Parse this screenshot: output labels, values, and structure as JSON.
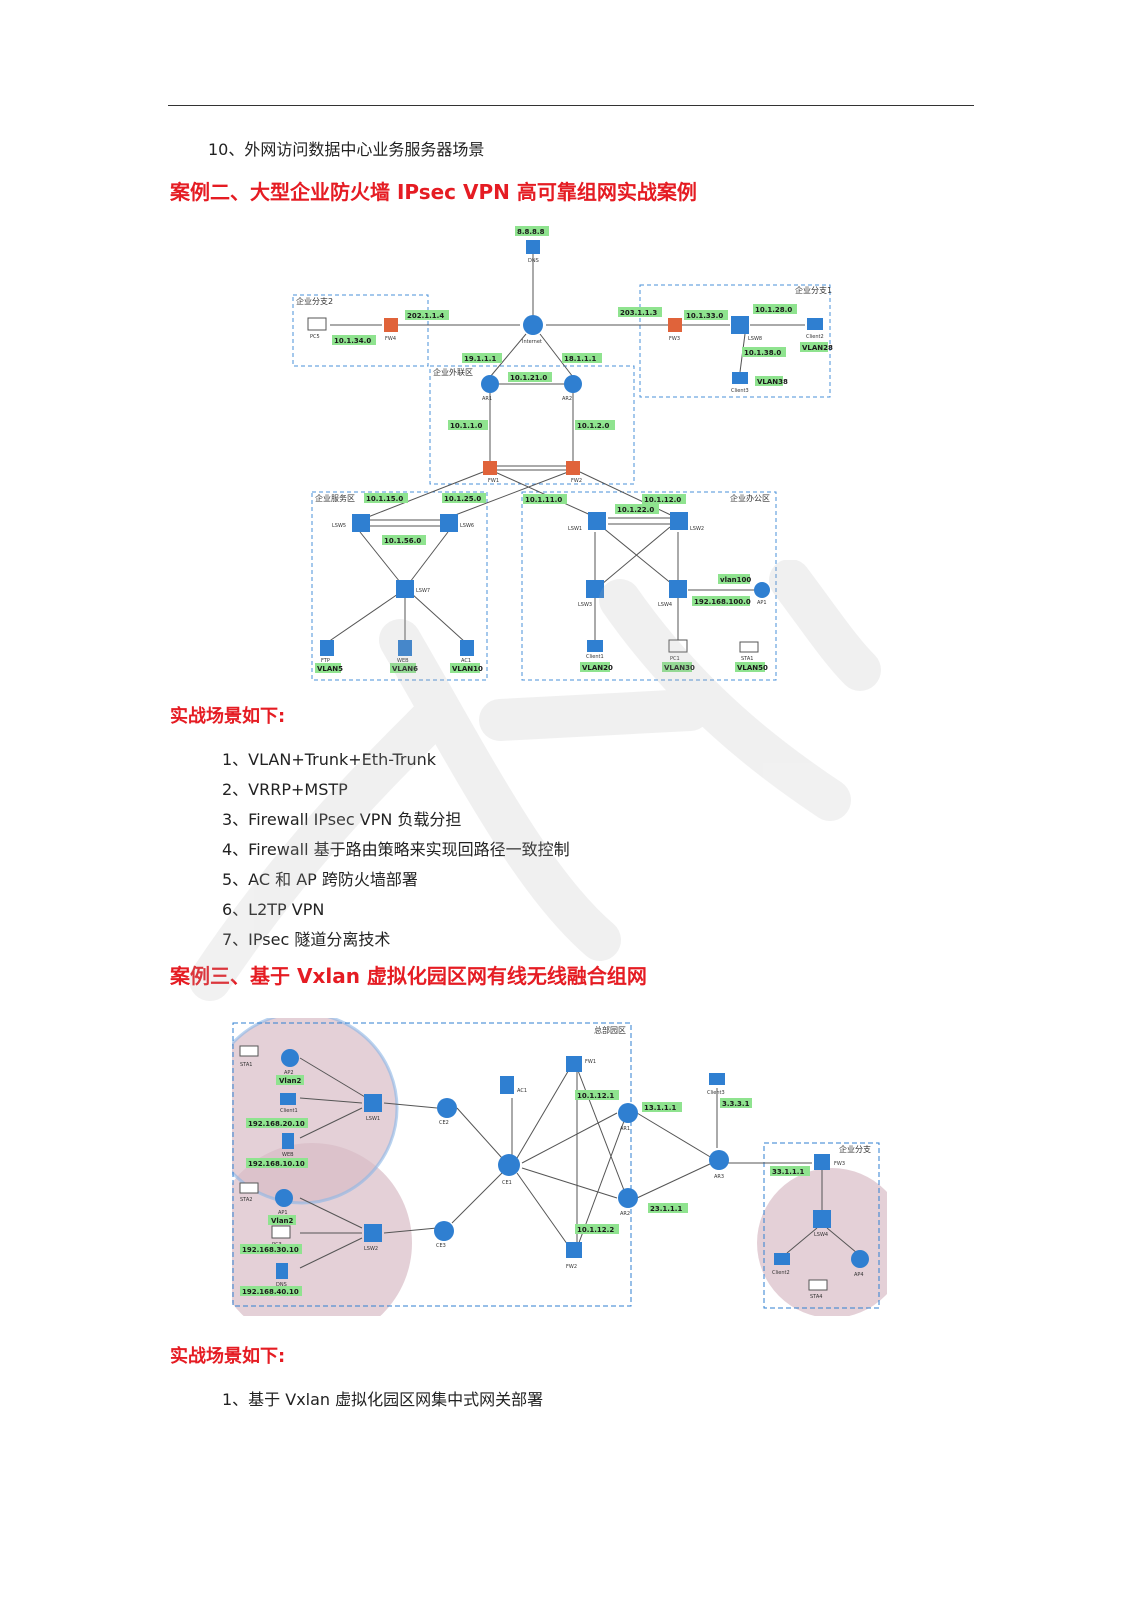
{
  "intro_item": "10、外网访问数据中心业务服务器场景",
  "case2": {
    "title": "案例二、大型企业防火墙 IPsec VPN 高可靠组网实战案例",
    "diagram": {
      "zones": [
        "企业分支2",
        "企业分支1",
        "企业外联区",
        "企业服务区",
        "企业办公区"
      ],
      "nodes": [
        "DNS",
        "Internet",
        "FW4",
        "PC5",
        "FW3",
        "LSW8",
        "Client2",
        "Client3",
        "AR1",
        "AR2",
        "FW1",
        "FW2",
        "LSW5",
        "LSW6",
        "LSW7",
        "FTP",
        "WEB",
        "AC1",
        "LSW1",
        "LSW2",
        "LSW3",
        "LSW4",
        "AP1",
        "Client1",
        "PC1",
        "STA1"
      ],
      "net_labels": [
        "8.8.8.8",
        "202.1.1.4",
        "203.1.1.3",
        "10.1.33.0",
        "10.1.28.0",
        "10.1.34.0",
        "10.1.38.0",
        "19.1.1.1",
        "18.1.1.1",
        "10.1.21.0",
        "10.1.1.0",
        "10.1.2.0",
        "10.1.15.0",
        "10.1.25.0",
        "10.1.11.0",
        "10.1.12.0",
        "10.1.22.0",
        "10.1.56.0",
        "vlan100",
        "192.168.100.0"
      ],
      "vlan_labels": [
        "VLAN28",
        "VLAN38",
        "VLAN5",
        "VLAN6",
        "VLAN10",
        "VLAN20",
        "VLAN30",
        "VLAN50"
      ]
    },
    "scenarios_title": "实战场景如下:",
    "scenarios": [
      "1、VLAN+Trunk+Eth-Trunk",
      "2、VRRP+MSTP",
      "3、Firewall IPsec VPN 负载分担",
      "4、Firewall  基于路由策略来实现回路径一致控制",
      "5、AC 和 AP 跨防火墙部署",
      "6、L2TP VPN",
      "7、IPsec 隧道分离技术"
    ]
  },
  "case3": {
    "title": "案例三、基于 Vxlan 虚拟化园区网有线无线融合组网",
    "diagram": {
      "zones": [
        "总部园区",
        "企业分支"
      ],
      "nodes": [
        "STA1",
        "AP2",
        "Client1",
        "WEB",
        "LSW1",
        "CE2",
        "AC1",
        "FW1",
        "CE1",
        "AR1",
        "AR2",
        "AR3",
        "Client3",
        "FW3",
        "LSW4",
        "Client2",
        "AP4",
        "STA2",
        "AP1",
        "PC3",
        "DNS",
        "LSW2",
        "CE3",
        "FW2",
        "STA4"
      ],
      "labels": [
        "Vlan2",
        "192.168.20.10",
        "192.168.10.10",
        "Vlan2",
        "192.168.30.10",
        "192.168.40.10",
        "10.1.12.1",
        "13.1.1.1",
        "3.3.3.1",
        "33.1.1.1",
        "23.1.1.1",
        "10.1.12.2"
      ]
    },
    "scenarios_title": "实战场景如下:",
    "scenarios": [
      "1、基于 Vxlan 虚拟化园区网集中式网关部署"
    ]
  }
}
